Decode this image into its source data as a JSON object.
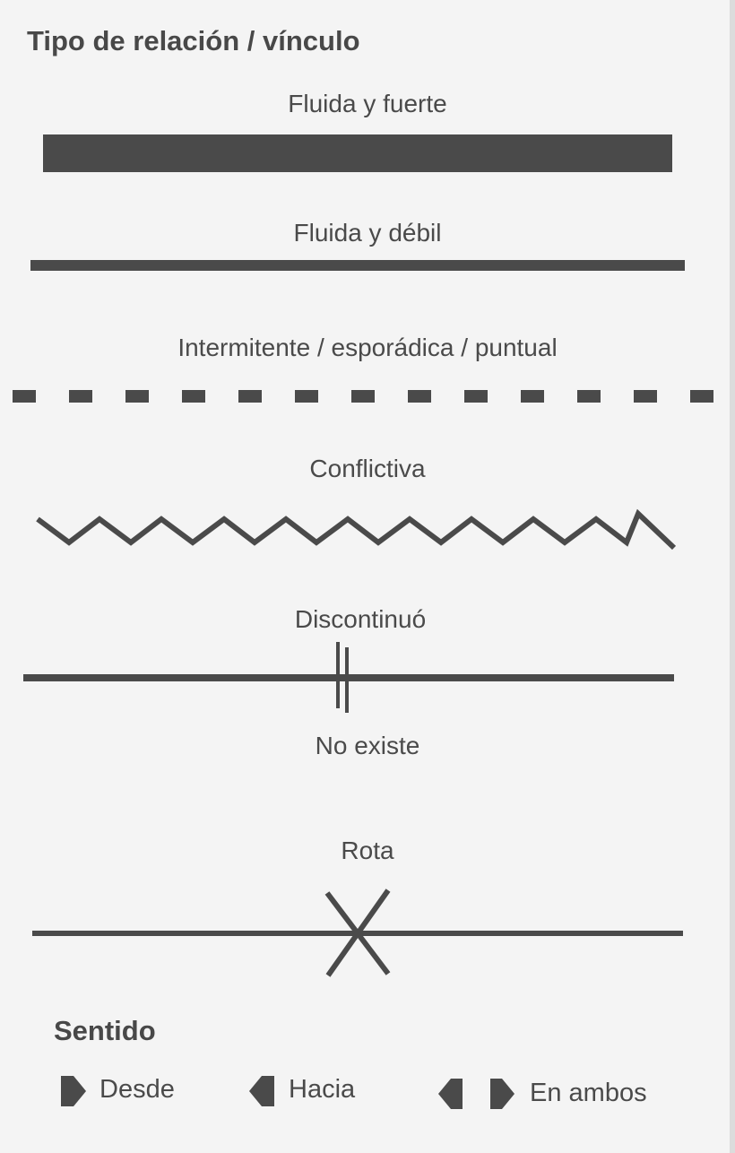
{
  "legend": {
    "title": "Tipo de relación / vínculo",
    "types": [
      {
        "key": "strong",
        "label": "Fluida y fuerte"
      },
      {
        "key": "weak",
        "label": "Fluida y débil"
      },
      {
        "key": "intermittent",
        "label": "Intermitente / esporádica / puntual"
      },
      {
        "key": "conflict",
        "label": "Conflictiva"
      },
      {
        "key": "discontinued",
        "label": "Discontinuó"
      },
      {
        "key": "none",
        "label": "No existe"
      },
      {
        "key": "broken",
        "label": "Rota"
      }
    ]
  },
  "direction": {
    "title": "Sentido",
    "from_label": "Desde",
    "to_label": "Hacia",
    "both_label": "En ambos"
  },
  "colors": {
    "background": "#f4f4f4",
    "line": "#4a4a4a",
    "text": "#4a4a4a"
  }
}
